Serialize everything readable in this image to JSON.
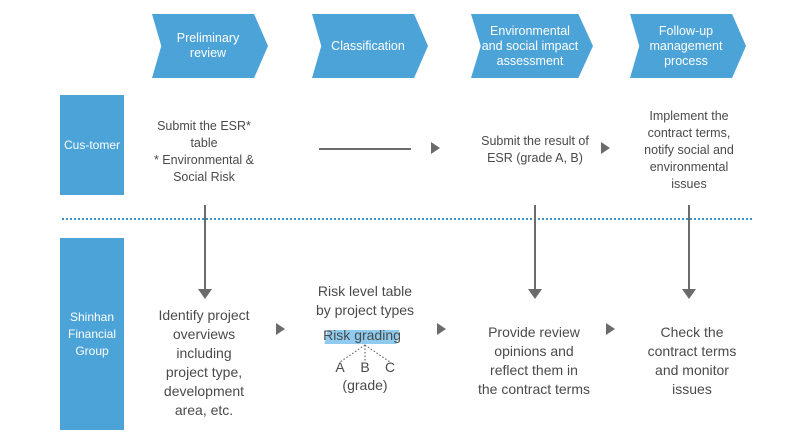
{
  "stages": [
    {
      "label": "Preliminary\nreview"
    },
    {
      "label": "Classification"
    },
    {
      "label": "Environmental\nand social impact\nassessment"
    },
    {
      "label": "Follow-up\nmanagement\nprocess"
    }
  ],
  "rows": {
    "customer": {
      "label": "Cus-tomer"
    },
    "bank": {
      "label": "Shinhan\nFinancial\nGroup"
    }
  },
  "customer_cells": {
    "submit_esr": "Submit the ESR*\ntable\n* Environmental &\nSocial Risk",
    "submit_result": "Submit the result of\nESR (grade A, B)",
    "implement": "Implement the\ncontract terms,\nnotify social and\nenvironmental\nissues"
  },
  "bank_cells": {
    "identify": "Identify project\noverviews\nincluding\nproject type,\ndevelopment\narea, etc.",
    "risk_table": "Risk level table\nby project types",
    "risk_grading": "Risk grading",
    "grades": [
      "A",
      "B",
      "C"
    ],
    "grade_note": "(grade)",
    "review": "Provide review\nopinions and\nreflect them in\nthe contract terms",
    "check": "Check the\ncontract terms\nand monitor\nissues"
  },
  "colors": {
    "accent": "#4ba3d8",
    "highlight": "#8fcbee",
    "arrow": "#6b6b6b",
    "divider": "#3d8fc2"
  }
}
